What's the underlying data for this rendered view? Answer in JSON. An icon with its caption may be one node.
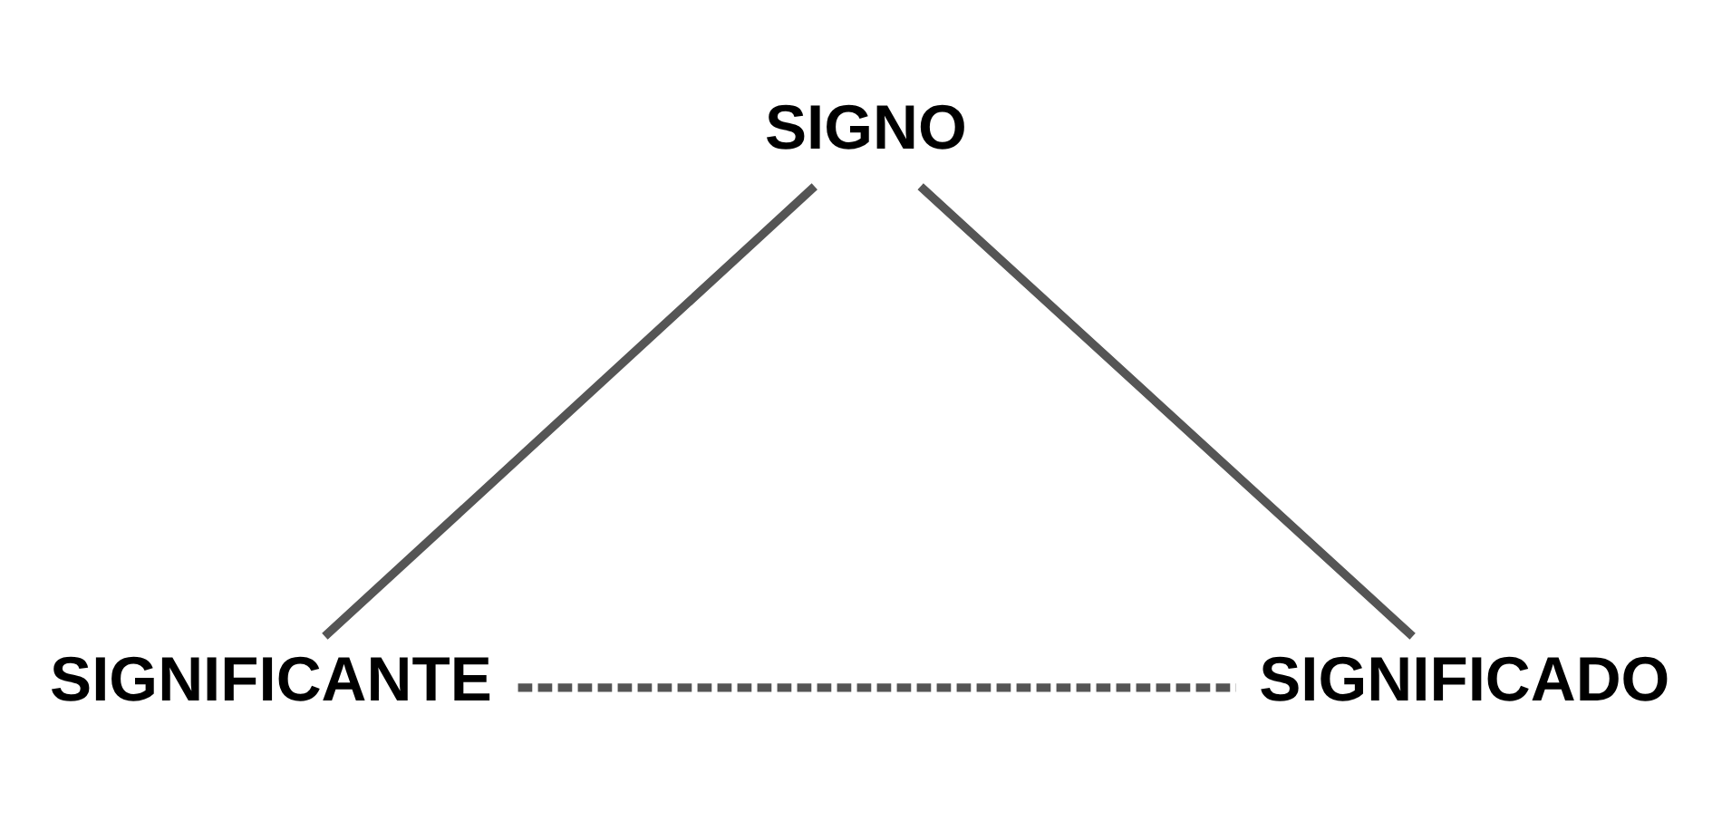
{
  "diagram": {
    "nodes": [
      {
        "text": [
          "SIGNO"
        ]
      },
      {
        "text": [
          "SIGNIFICANTE"
        ]
      },
      {
        "text": [
          "SIGNIFICADO"
        ]
      }
    ],
    "edges": [
      {
        "from": 0,
        "to": 1,
        "arrow": "none"
      },
      {
        "from": 0,
        "to": 2,
        "arrow": "none"
      },
      {
        "from": 1,
        "to": 2,
        "arrow": "none",
        "style": "dashed"
      }
    ]
  }
}
